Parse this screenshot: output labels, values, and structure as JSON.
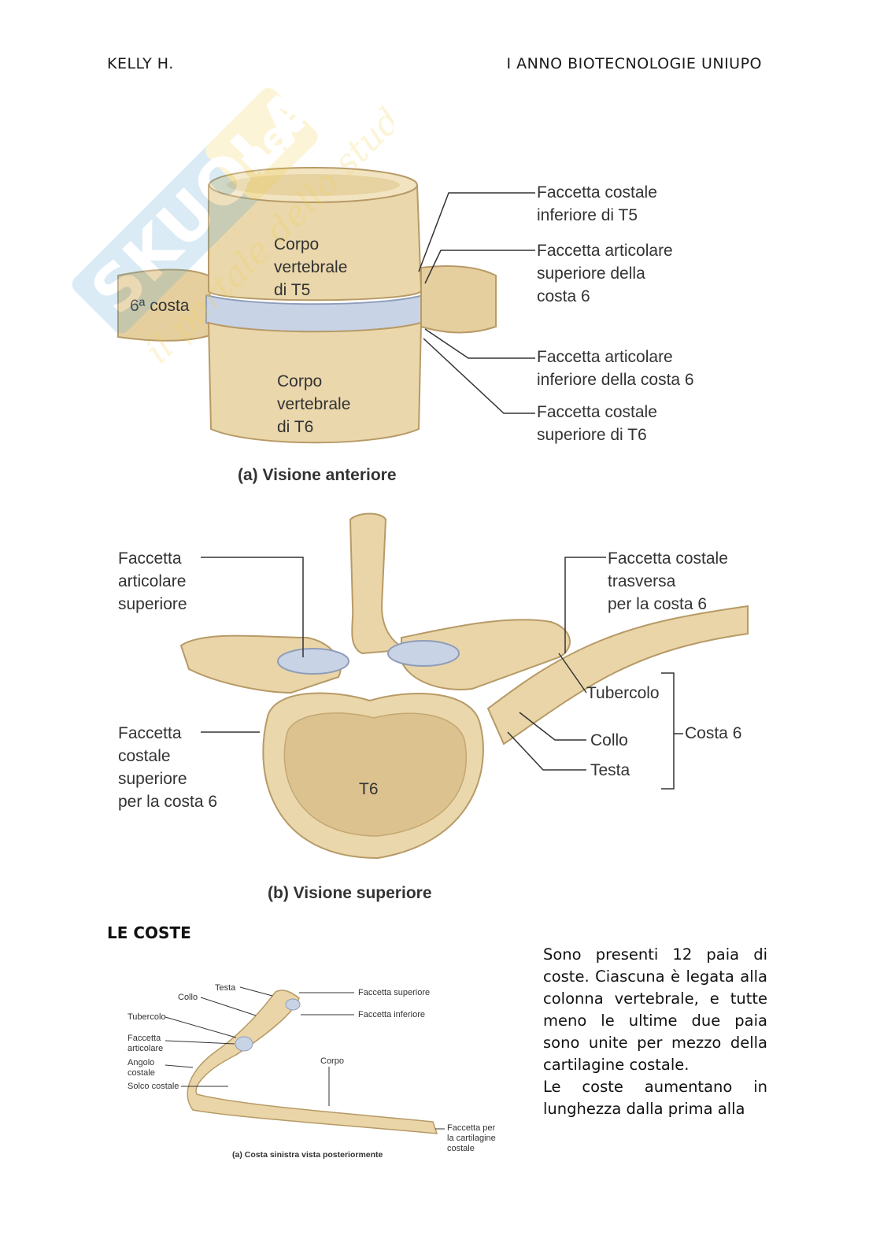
{
  "header": {
    "author": "KELLY H.",
    "course": "I ANNO BIOTECNOLOGIE UNIUPO"
  },
  "watermark": {
    "brand": "SKUOLA.net",
    "tagline": "il portale dello studente"
  },
  "figure_a": {
    "caption": "(a) Visione anteriore",
    "labels": {
      "body_t5": "Corpo\nvertebrale\ndi T5",
      "body_t6": "Corpo\nvertebrale\ndi T6",
      "rib": "6ª costa",
      "inf_costal_t5": "Faccetta costale\ninferiore di T5",
      "sup_articular_rib6": "Faccetta articolare\nsuperiore della\ncosta 6",
      "inf_articular_rib6": "Faccetta articolare\ninferiore della costa 6",
      "sup_costal_t6": "Faccetta costale\nsuperiore di T6"
    }
  },
  "figure_b": {
    "caption": "(b) Visione superiore",
    "labels": {
      "sup_articular": "Faccetta\narticolare\nsuperiore",
      "transverse_costal": "Faccetta costale\ntrasversa\nper la costa 6",
      "tubercle": "Tubercolo",
      "neck": "Collo",
      "head": "Testa",
      "rib6": "Costa 6",
      "sup_costal_rib6": "Faccetta\ncostale\nsuperiore\nper la costa 6",
      "t6": "T6"
    }
  },
  "section": {
    "title": "LE COSTE"
  },
  "figure_c": {
    "caption": "(a) Costa sinistra vista posteriormente",
    "labels": {
      "testa": "Testa",
      "collo": "Collo",
      "tubercolo": "Tubercolo",
      "faccetta_articolare": "Faccetta\narticolare",
      "angolo_costale": "Angolo\ncostale",
      "solco_costale": "Solco costale",
      "faccetta_superiore": "Faccetta superiore",
      "faccetta_inferiore": "Faccetta inferiore",
      "corpo": "Corpo",
      "faccetta_cartilagine": "Faccetta per\nla cartilagine\ncostale"
    }
  },
  "body_text": {
    "p1": "Sono presenti 12 paia di coste. Ciascuna è legata alla colonna vertebrale, e tutte meno le ultime due paia sono unite per mezzo della cartilagine costale.",
    "p2": "Le coste aumentano in lunghezza dalla prima alla"
  },
  "colors": {
    "bone": "#e9d5a8",
    "bone_shadow": "#c9ad78",
    "cartilage": "#c8d3e6",
    "leader": "#333333",
    "watermark_blue": "#5aa8d8",
    "watermark_yellow": "#f2d24a"
  }
}
